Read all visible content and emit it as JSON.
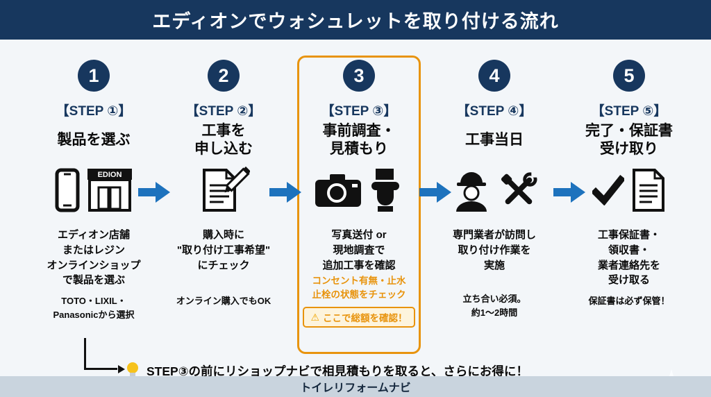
{
  "header": {
    "title": "エディオンでウォシュレットを取り付ける流れ"
  },
  "steps": [
    {
      "number": "1",
      "label": "【STEP ①】",
      "title": "製品を選ぶ",
      "desc": "エディオン店舗\nまたはレジン\nオンラインショップ\nで製品を選ぶ",
      "note": "TOTO・LIXIL・\nPanasonicから選択",
      "store_sign": "EDION",
      "icons": [
        "smartphone-icon",
        "edion-store-icon"
      ]
    },
    {
      "number": "2",
      "label": "【STEP ②】",
      "title": "工事を\n申し込む",
      "desc": "購入時に\n\"取り付け工事希望\"\nにチェック",
      "note": "オンライン購入でもOK",
      "icons": [
        "document-pencil-icon"
      ]
    },
    {
      "number": "3",
      "label": "【STEP ③】",
      "title": "事前調査・\n見積もり",
      "desc": "写真送付 or\n現地調査で\n追加工事を確認",
      "highlight_note": "コンセント有無・止水\n止栓の状態をチェック",
      "warning_icon": "⚠",
      "warning_text": "ここで総額を確認！",
      "icons": [
        "camera-icon",
        "toilet-icon"
      ]
    },
    {
      "number": "4",
      "label": "【STEP ④】",
      "title": "工事当日",
      "desc": "専門業者が訪問し\n取り付け作業を\n実施",
      "note": "立ち合い必須。\n約1〜2時間",
      "icons": [
        "worker-icon",
        "tools-icon"
      ]
    },
    {
      "number": "5",
      "label": "【STEP ⑤】",
      "title": "完了・保証書\n受け取り",
      "desc": "工事保証書・\n領収書・\n業者連絡先を\n受け取る",
      "note": "保証書は必ず保管！",
      "icons": [
        "check-icon",
        "warranty-document-icon"
      ]
    }
  ],
  "tip": {
    "text": "STEP③の前にリショップナビで相見積もりを取ると、さらにお得に！"
  },
  "footer": {
    "label": "トイレリフォームナビ"
  },
  "colors": {
    "navy": "#17375e",
    "arrow_blue": "#1d72bd",
    "orange": "#e8940f",
    "footer_bg": "#c9d4de"
  }
}
